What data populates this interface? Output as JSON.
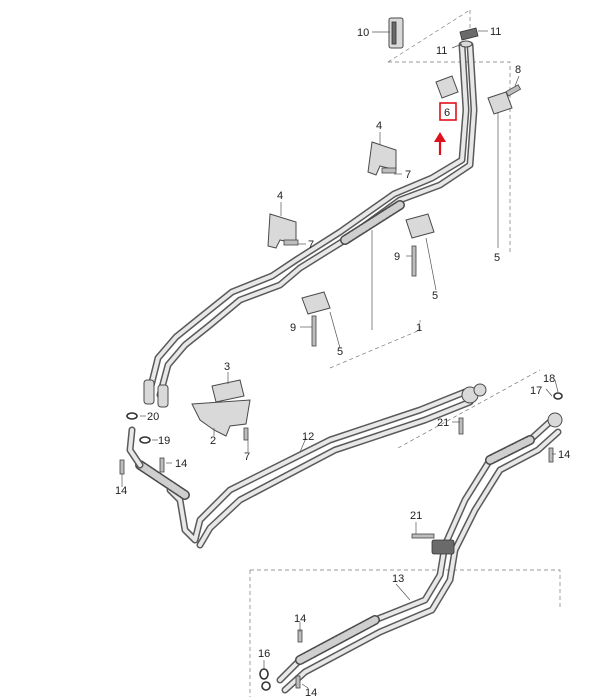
{
  "labels": {
    "l1": "1",
    "l2": "2",
    "l3": "3",
    "l4a": "4",
    "l4b": "4",
    "l5a": "5",
    "l5b": "5",
    "l5c": "5",
    "l6": "6",
    "l7a": "7",
    "l7b": "7",
    "l7c": "7",
    "l8": "8",
    "l9a": "9",
    "l9b": "9",
    "l10": "10",
    "l11a": "11",
    "l11b": "11",
    "l12": "12",
    "l13": "13",
    "l14a": "14",
    "l14b": "14",
    "l14c": "14",
    "l14d": "14",
    "l14e": "14",
    "l16": "16",
    "l17": "17",
    "l18": "18",
    "l19": "19",
    "l20": "20",
    "l21a": "21",
    "l21b": "21"
  },
  "highlight": {
    "color": "#e0101c",
    "part": "6"
  }
}
